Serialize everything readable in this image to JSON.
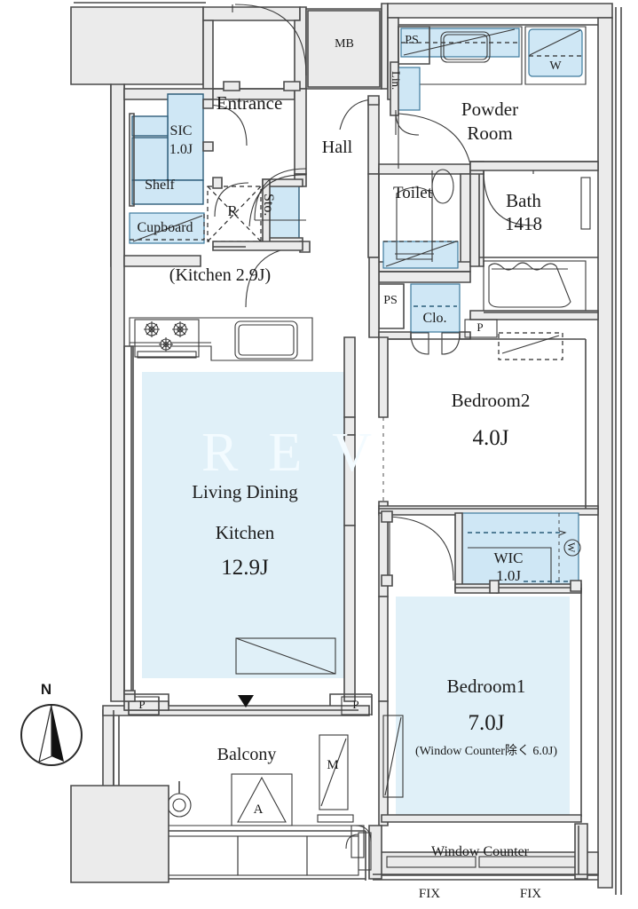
{
  "document": {
    "type": "floor-plan",
    "watermark": "REV"
  },
  "colors": {
    "wall_fill": "#ebebeb",
    "wall_stroke": "#4a4a4a",
    "fixture_blue": "#cfe7f5",
    "room_blue": "#e0f0f8",
    "blue_stroke": "#4b7f9e",
    "text": "#1b1b1b"
  },
  "compass": {
    "label": "N"
  },
  "rooms": [
    {
      "key": "entrance",
      "label": "Entrance",
      "area": ""
    },
    {
      "key": "hall",
      "label": "Hall",
      "area": ""
    },
    {
      "key": "mb",
      "label": "MB",
      "area": ""
    },
    {
      "key": "sic",
      "label": "SIC",
      "area": "1.0J"
    },
    {
      "key": "shelf",
      "label": "Shelf",
      "area": ""
    },
    {
      "key": "cupboard",
      "label": "Cupboard",
      "area": ""
    },
    {
      "key": "fridge",
      "label": "R",
      "area": ""
    },
    {
      "key": "storage",
      "label": "Sto.",
      "area": ""
    },
    {
      "key": "kitchen",
      "label": "(Kitchen 2.9J)",
      "area": ""
    },
    {
      "key": "ldk",
      "label_line1": "Living Dining",
      "label_line2": "Kitchen",
      "area": "12.9J"
    },
    {
      "key": "balcony",
      "label": "Balcony",
      "area": ""
    },
    {
      "key": "toilet",
      "label": "Toilet",
      "area": ""
    },
    {
      "key": "powder",
      "label_line1": "Powder",
      "label_line2": "Room",
      "area": ""
    },
    {
      "key": "bath",
      "label": "Bath",
      "area": "1418"
    },
    {
      "key": "closet",
      "label": "Clo.",
      "area": ""
    },
    {
      "key": "bedroom2",
      "label": "Bedroom2",
      "area": "4.0J"
    },
    {
      "key": "wic",
      "label": "WIC",
      "area": "1.0J"
    },
    {
      "key": "bedroom1",
      "label": "Bedroom1",
      "area": "7.0J",
      "note": "(Window Counter除く 6.0J)"
    }
  ],
  "annotations": {
    "ps_upper": "PS",
    "ps_lower": "PS",
    "linen": "Lin.",
    "washer": "W",
    "p_left": "P",
    "p_right": "P",
    "p_bedroom2": "P",
    "balcony_ac": "A",
    "balcony_meter": "M",
    "wic_w": "W",
    "window_counter": "Window Counter",
    "fix_left": "FIX",
    "fix_right": "FIX"
  }
}
